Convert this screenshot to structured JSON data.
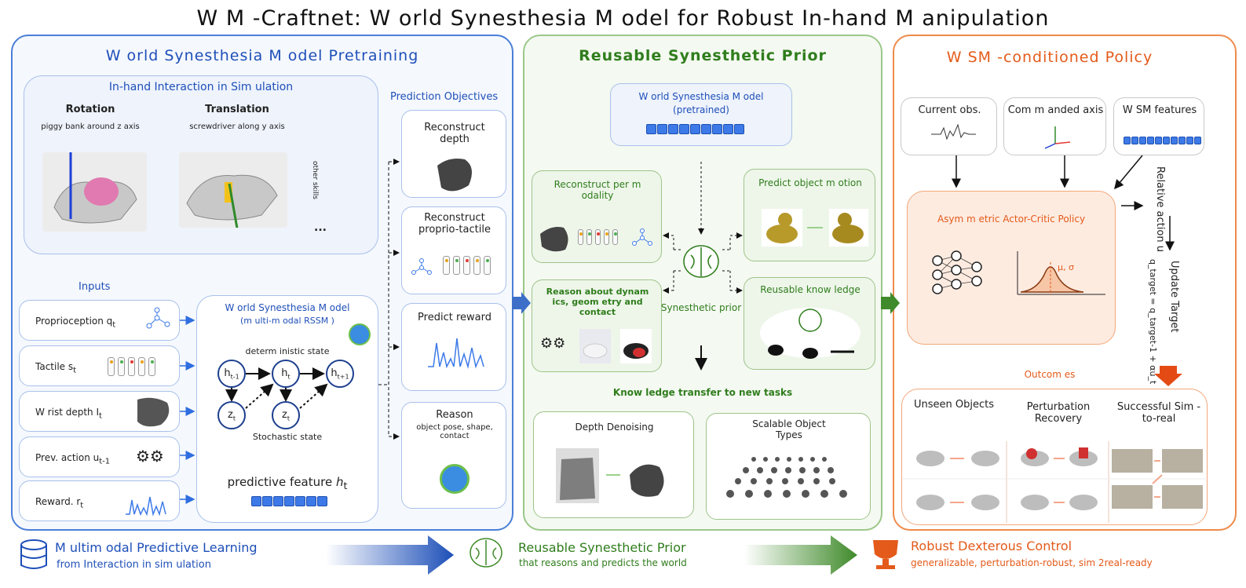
{
  "title": "W M -Craftnet: W orld Synesthesia M odel for Robust In-hand M anipulation",
  "left": {
    "title": "W orld Synesthesia M odel Pretraining",
    "sim_title": "In-hand Interaction in Sim ulation",
    "rotation": "Rotation",
    "rotation_sub": "piggy bank around z axis",
    "translation": "Translation",
    "translation_sub": "screwdriver along y axis",
    "other_skills": "other skills",
    "ellipsis": "...",
    "inputs_title": "Inputs",
    "inputs": [
      "Proprioception q",
      "Tactile s",
      "W rist depth I",
      "Prev. action u",
      "Reward. r"
    ],
    "input_subs": [
      "t",
      "t",
      "t",
      "t-1",
      "t"
    ],
    "wsm_title": "W orld Synesthesia M odel",
    "wsm_sub": "(m ulti-m odal RSSM )",
    "det_state": "determ inistic state",
    "stoch_state": "Stochastic state",
    "feature": "predictive feature",
    "feature_sym": "h",
    "feature_sub": "t",
    "h_nodes": [
      "h",
      "h",
      "h"
    ],
    "h_subs": [
      "t-1",
      "t",
      "t+1"
    ],
    "z_nodes": [
      "z",
      "z"
    ],
    "z_subs": [
      "t",
      "t"
    ],
    "objectives_title": "Prediction Objectives",
    "objectives": [
      "Reconstruct depth",
      "Reconstruct proprio-tactile",
      "Predict reward",
      "Reason"
    ],
    "reason_sub": "object pose, shape, contact"
  },
  "middle": {
    "title": "Reusable Synesthetic Prior",
    "wsm_box": "W orld Synesthesia M odel",
    "wsm_box_sub": "(pretrained)",
    "recon_modality": "Reconstruct per m odality",
    "predict_motion": "Predict object m otion",
    "reason_dyn": "Reason about dynam ics, geom etry and contact",
    "reusable_know": "Reusable know ledge",
    "prior_label": "Synesthetic prior",
    "transfer": "Know ledge transfer to new tasks",
    "depth_denoise": "Depth Denoising",
    "scalable": "Scalable Object Types"
  },
  "right": {
    "title": "W SM -conditioned Policy",
    "current_obs": "Current obs.",
    "commanded_axis": "Com m anded axis",
    "wsm_features": "W SM features",
    "policy": "Asym m etric Actor-Critic Policy",
    "mu_sigma": "μ, σ",
    "relative_action": "Relative action u",
    "update_target": "Update Target",
    "update_eq": "q_target = q_target-1 + αu_t",
    "outcomes": "Outcom es",
    "outcome_cols": [
      "Unseen Objects",
      "Perturbation Recovery",
      "Successful Sim -to-real"
    ]
  },
  "bottom": {
    "b1_title": "M ultim odal Predictive Learning",
    "b1_sub": "from Interaction in sim ulation",
    "b2_title": "Reusable Synesthetic Prior",
    "b2_sub": "that reasons and predicts the world",
    "b3_title": "Robust Dexterous Control",
    "b3_sub": "generalizable, perturbation-robust, sim 2real-ready"
  },
  "colors": {
    "blue": "#1e4fb8",
    "green": "#2f7d1c",
    "orange": "#e45a1a"
  }
}
